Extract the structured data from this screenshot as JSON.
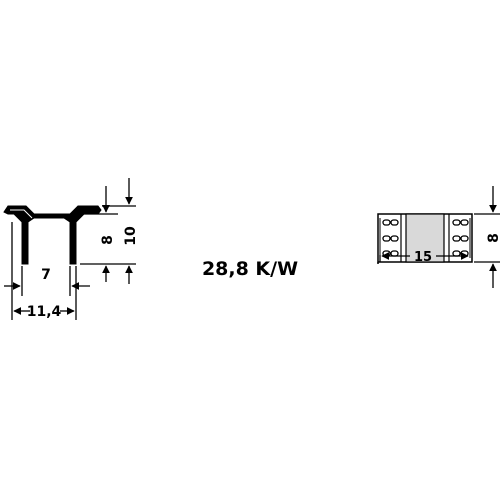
{
  "figure": {
    "thermal_resistance": "28,8 K/W",
    "profile": {
      "dim_inner_width": "7",
      "dim_outer_width": "11,4",
      "dim_height_inner": "8",
      "dim_height_outer": "10"
    },
    "topview": {
      "dim_length": "15",
      "dim_height": "8"
    },
    "colors": {
      "ink": "#000000",
      "fill_grey": "#d9d9d9"
    }
  }
}
